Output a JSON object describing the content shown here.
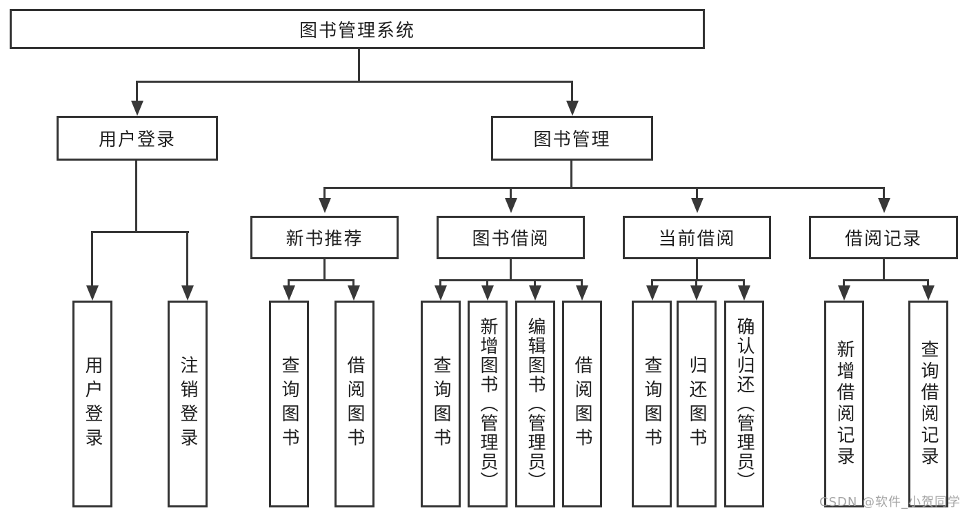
{
  "diagram": {
    "root": "图书管理系统",
    "level2": [
      "用户登录",
      "图书管理"
    ],
    "level3": [
      "新书推荐",
      "图书借阅",
      "当前借阅",
      "借阅记录"
    ],
    "leaves": {
      "login": [
        "用户登录",
        "注销登录"
      ],
      "recommend": [
        "查询图书",
        "借阅图书"
      ],
      "borrow": [
        "查询图书",
        "新增图书（管理员）",
        "编辑图书（管理员）",
        "借阅图书"
      ],
      "current": [
        "查询图书",
        "归还图书",
        "确认归还（管理员）"
      ],
      "records": [
        "新增借阅记录",
        "查询借阅记录"
      ]
    }
  },
  "colors": {
    "line": "#383838",
    "border": "#333333",
    "text": "#1e1e1e",
    "background": "#ffffff",
    "watermark": "#9e9e9e"
  },
  "watermark": "CSDN @软件_小贺同学"
}
